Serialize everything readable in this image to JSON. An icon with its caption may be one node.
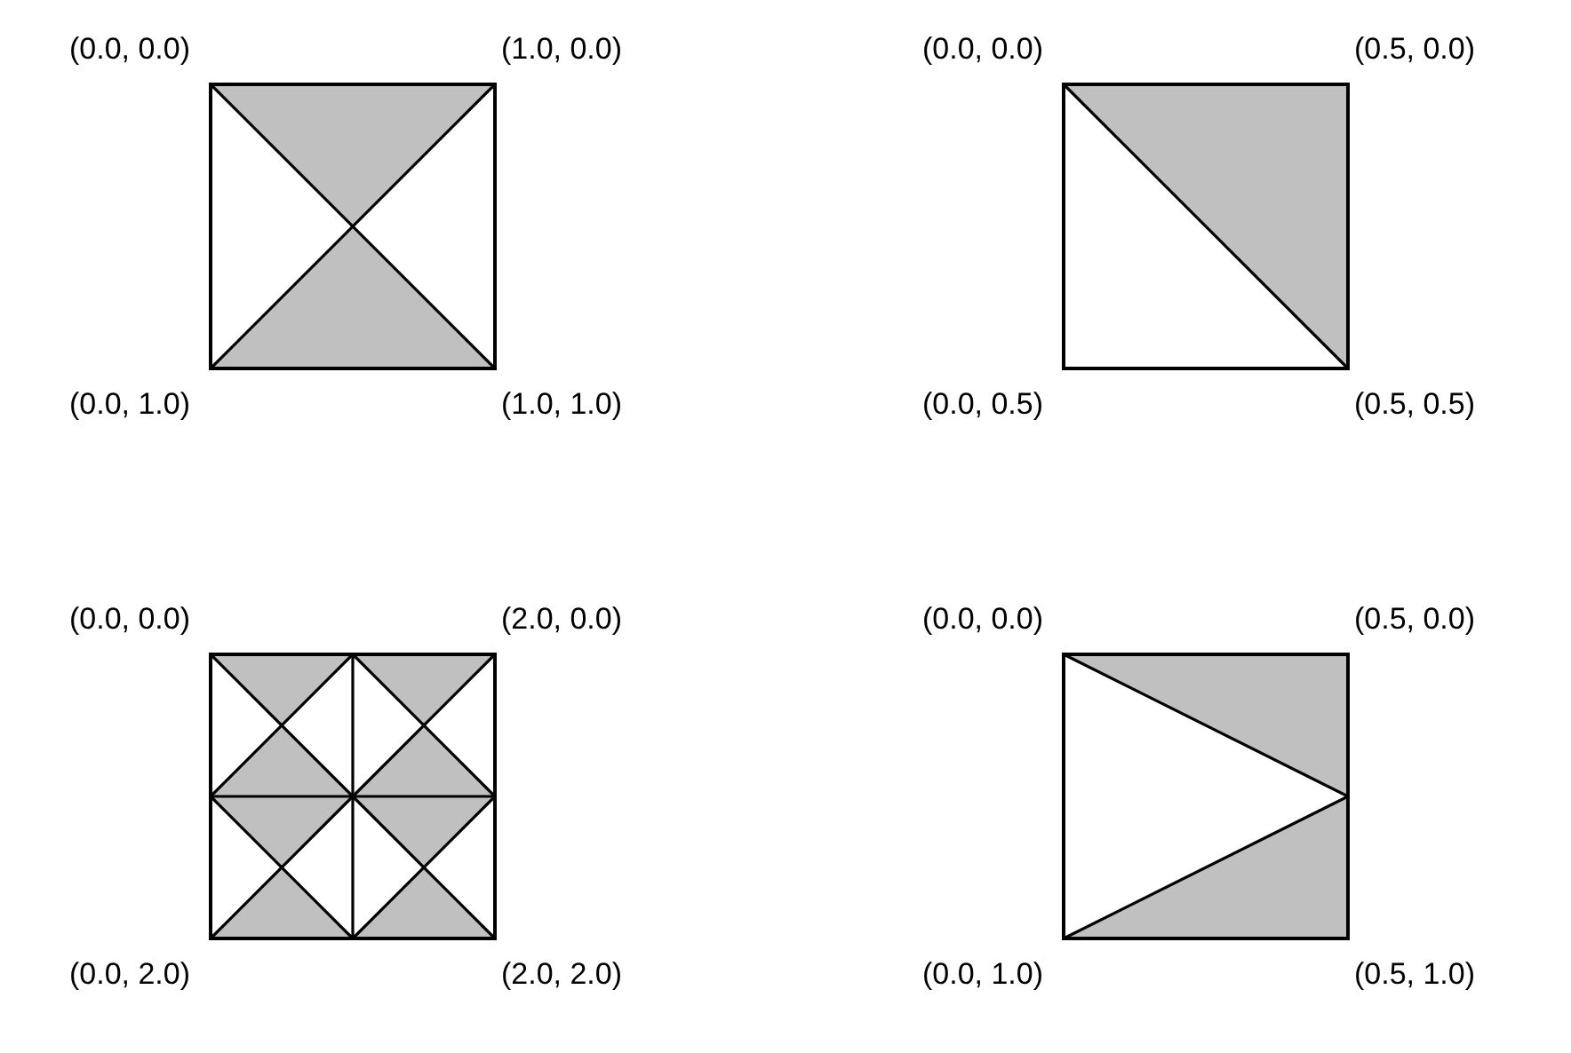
{
  "diagram": {
    "nodes": [
      {
        "text": [],
        "shape": "box",
        "beside": [
          "(0.0, 0.0)",
          "(1.0, 0.0)",
          "(0.0, 1.0)",
          "(1.0, 1.0)"
        ]
      },
      {
        "text": [],
        "shape": "box",
        "beside": [
          "(0.0, 0.0)",
          "(0.5, 0.0)",
          "(0.0, 0.5)",
          "(0.5, 0.5)"
        ]
      },
      {
        "text": [],
        "shape": "box",
        "beside": [
          "(0.0, 0.0)",
          "(2.0, 0.0)",
          "(0.0, 2.0)",
          "(2.0, 2.0)"
        ]
      },
      {
        "text": [],
        "shape": "box",
        "beside": [
          "(0.0, 0.0)",
          "(0.5, 0.0)",
          "(0.0, 1.0)",
          "(0.5, 1.0)"
        ]
      }
    ]
  }
}
